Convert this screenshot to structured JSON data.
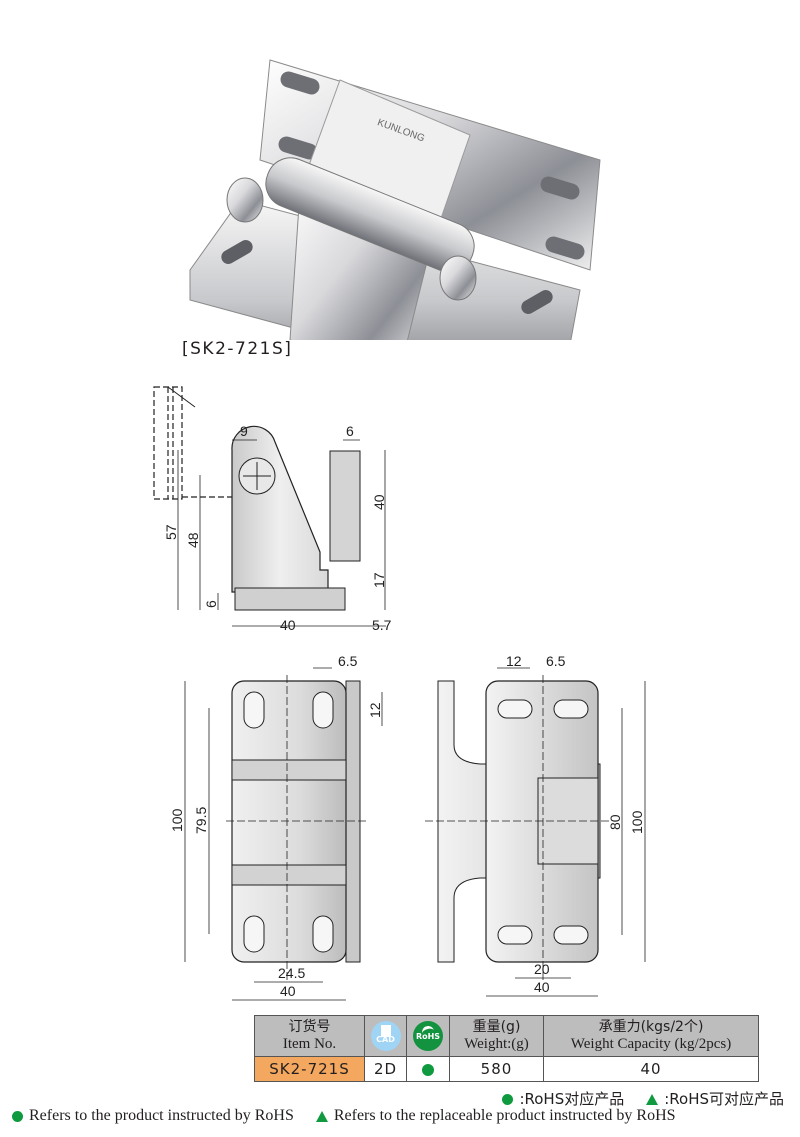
{
  "product": {
    "brand_engraving": "KUNLONG",
    "model_label": "[SK2-721S]"
  },
  "side_view": {
    "dimensions": {
      "top_left": "9",
      "top_right": "6",
      "right_upper": "40",
      "right_lower": "17",
      "left_outer": "57",
      "left_inner": "48",
      "base_height": "6",
      "bottom_width": "40",
      "bottom_offset": "5.7"
    }
  },
  "front_view": {
    "dimensions": {
      "top_slot": "6.5",
      "slot_length": "12",
      "overall_height": "100",
      "hole_pitch": "79.5",
      "hole_spacing": "24.5",
      "width": "40"
    }
  },
  "rear_view": {
    "dimensions": {
      "slot_length": "12",
      "slot_offset": "6.5",
      "hole_pitch": "80",
      "overall_height": "100",
      "hole_spacing": "20",
      "width": "40"
    }
  },
  "spec_table": {
    "headers": {
      "item_cn": "订货号",
      "item_en": "Item No.",
      "cad_label": "CAD",
      "rohs_label": "RoHS",
      "weight_cn": "重量(g)",
      "weight_en": "Weight:(g)",
      "capacity_cn": "承重力(kgs/2个)",
      "capacity_en": "Weight Capacity (kg/2pcs)"
    },
    "rows": [
      {
        "item_no": "SK2-721S",
        "cad": "2D",
        "rohs": "●",
        "weight": "580",
        "capacity": "40"
      }
    ]
  },
  "legend": {
    "cn_rohs": ":RoHS对应产品",
    "cn_replaceable": ":RoHS可对应产品",
    "en_rohs": "Refers to the product instructed by RoHS",
    "en_replaceable": "Refers to the replaceable product instructed by RoHS"
  },
  "colors": {
    "rohs_green": "#0f9a40",
    "item_highlight": "#f4a75e",
    "header_gray": "#bdbdbd",
    "cad_blue": "#9fd4f4"
  }
}
